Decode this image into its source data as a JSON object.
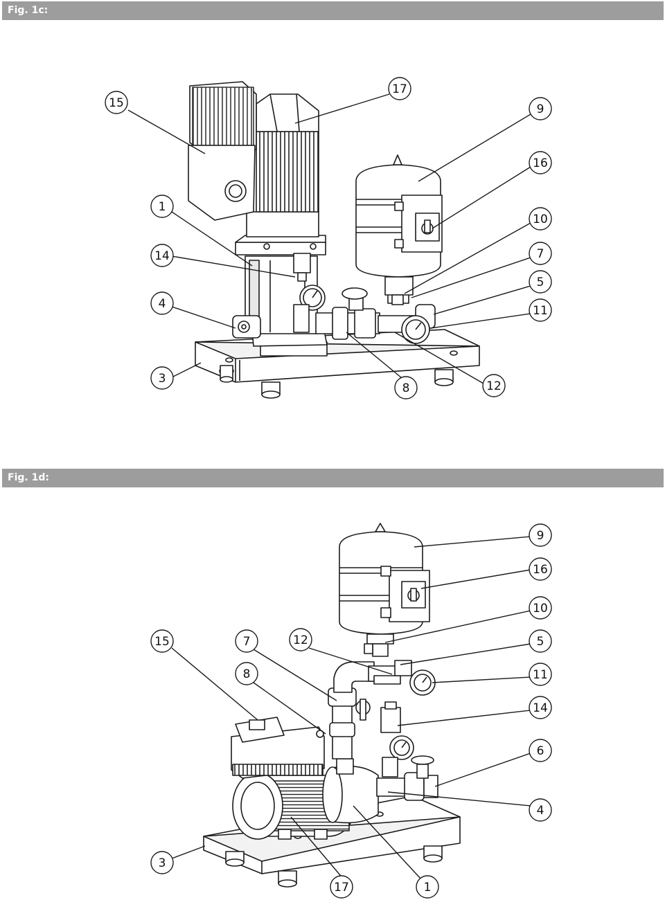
{
  "figures": [
    {
      "id": "fig-1c",
      "title": "Fig. 1c:",
      "callouts": [
        "15",
        "17",
        "9",
        "16",
        "1",
        "10",
        "14",
        "7",
        "4",
        "5",
        "11",
        "3",
        "8",
        "12"
      ]
    },
    {
      "id": "fig-1d",
      "title": "Fig. 1d:",
      "callouts": [
        "9",
        "16",
        "10",
        "15",
        "7",
        "12",
        "5",
        "8",
        "11",
        "14",
        "6",
        "4",
        "3",
        "17",
        "1"
      ]
    }
  ]
}
